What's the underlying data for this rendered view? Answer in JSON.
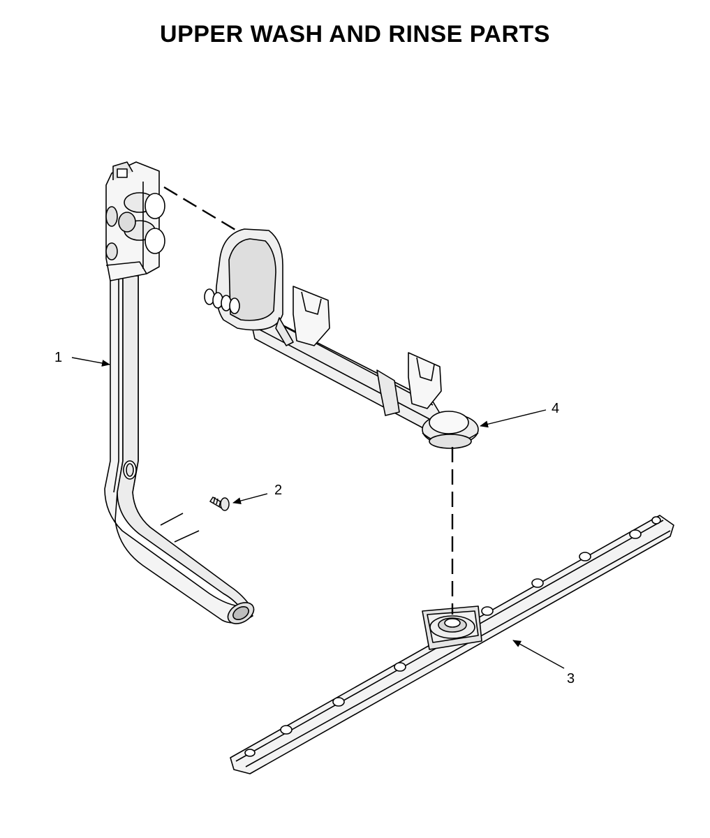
{
  "title": "UPPER WASH AND RINSE PARTS",
  "callouts": [
    {
      "id": "1",
      "label": "1"
    },
    {
      "id": "2",
      "label": "2"
    },
    {
      "id": "3",
      "label": "3"
    },
    {
      "id": "4",
      "label": "4"
    }
  ],
  "colors": {
    "ink": "#000000",
    "part_fill": "#f4f4f4",
    "part_shade": "#d9d9d9",
    "background": "#ffffff"
  }
}
